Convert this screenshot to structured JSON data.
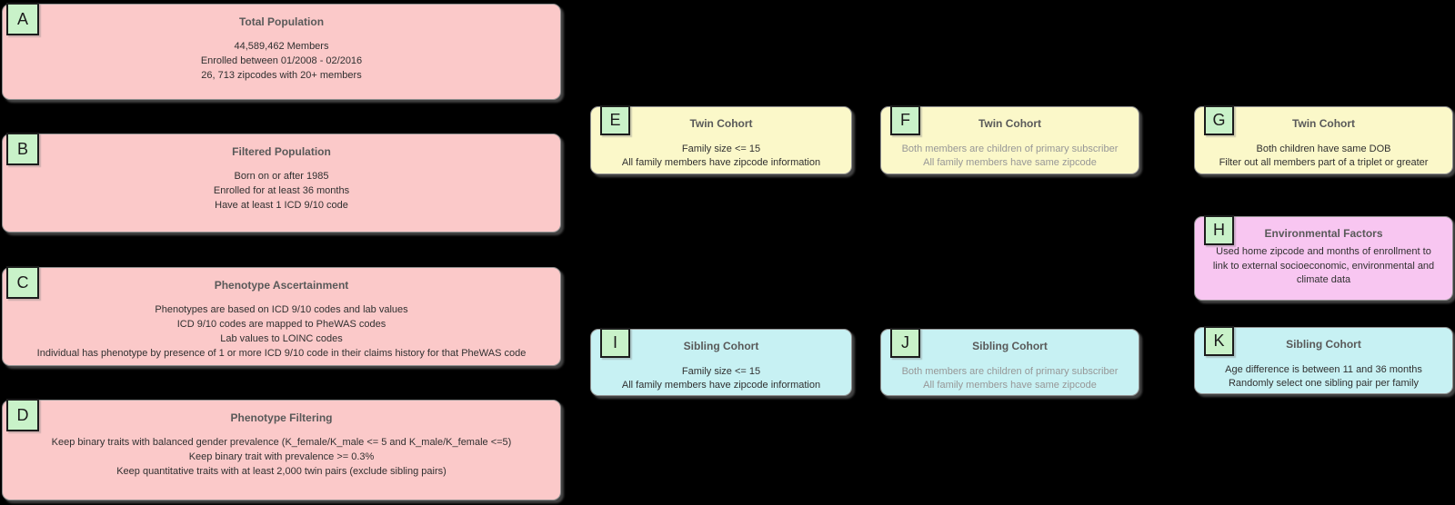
{
  "diagram": {
    "background": "#000000",
    "colors": {
      "population_node_fill": "#FBC9C9",
      "twin_cohort_fill": "#FBF8C9",
      "sibling_cohort_fill": "#C7F1F3",
      "environmental_fill": "#F8C6F1",
      "label_badge_fill": "#C9F2C9",
      "title_text": "#595959",
      "body_text": "#303030",
      "muted_text": "#979797",
      "node_border": "#8F8F8F",
      "badge_border": "#1C1C1C"
    },
    "boxes": [
      {
        "label": "A",
        "title": "Total Population",
        "lines": [
          "44,589,462 Members",
          "Enrolled between 01/2008 - 02/2016",
          "26, 713 zipcodes with 20+ members"
        ]
      },
      {
        "label": "B",
        "title": "Filtered Population",
        "lines": [
          "Born on or after 1985",
          "Enrolled for at least 36 months",
          "Have at least 1 ICD 9/10 code"
        ]
      },
      {
        "label": "C",
        "title": "Phenotype Ascertainment",
        "lines": [
          "Phenotypes are based on ICD 9/10 codes and lab values",
          "ICD 9/10 codes are mapped to PheWAS codes",
          "Lab values to LOINC codes",
          "Individual has phenotype by presence of 1 or more ICD 9/10 code in their claims history for that PheWAS code"
        ]
      },
      {
        "label": "D",
        "title": "Phenotype Filtering",
        "lines": [
          "Keep binary traits with balanced gender prevalence (K_female/K_male <= 5 and K_male/K_female <=5)",
          "Keep binary trait with prevalence >= 0.3%",
          "Keep quantitative traits with at least 2,000 twin pairs (exclude sibling pairs)"
        ]
      },
      {
        "label": "E",
        "title": "Twin Cohort",
        "lines": [
          "Family size <= 15",
          "All family members have zipcode information"
        ]
      },
      {
        "label": "F",
        "title": "Twin Cohort",
        "lines": [
          "Both members are children of primary subscriber",
          "All family members have same zipcode"
        ]
      },
      {
        "label": "G",
        "title": "Twin Cohort",
        "lines": [
          "Both children have same DOB",
          "Filter out all members part of a triplet or greater"
        ]
      },
      {
        "label": "H",
        "title": "Environmental Factors",
        "lines": [
          "Used home zipcode and months of enrollment to",
          "link to external socioeconomic, environmental and",
          "climate data"
        ]
      },
      {
        "label": "I",
        "title": "Sibling Cohort",
        "lines": [
          "Family size <= 15",
          "All family members have zipcode information"
        ]
      },
      {
        "label": "J",
        "title": "Sibling Cohort",
        "lines": [
          "Both members are children of primary subscriber",
          "All family members have same zipcode"
        ]
      },
      {
        "label": "K",
        "title": "Sibling Cohort",
        "lines": [
          "Age difference is between 11 and 36 months",
          "Randomly select one sibling pair per family"
        ]
      }
    ]
  }
}
